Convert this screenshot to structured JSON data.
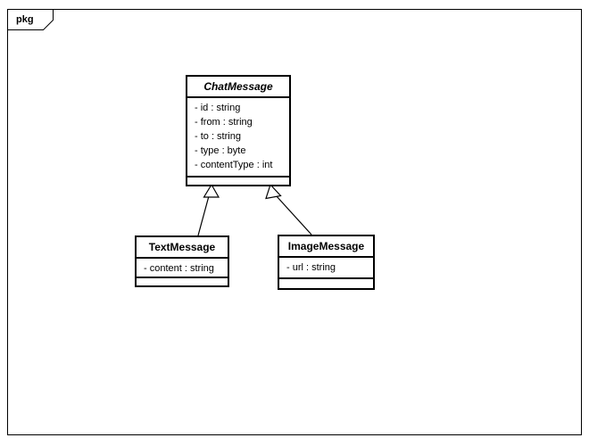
{
  "diagram": {
    "type": "uml-class-diagram",
    "package": {
      "tab_label": "pkg"
    },
    "classes": [
      {
        "id": "chat-message",
        "name": "ChatMessage",
        "abstract": true,
        "attributes": [
          "- id : string",
          "- from : string",
          "- to : string",
          "- type : byte",
          "- contentType : int"
        ],
        "operations": []
      },
      {
        "id": "text-message",
        "name": "TextMessage",
        "abstract": false,
        "attributes": [
          "- content : string"
        ],
        "operations": []
      },
      {
        "id": "image-message",
        "name": "ImageMessage",
        "abstract": false,
        "attributes": [
          "- url : string"
        ],
        "operations": []
      }
    ],
    "relationships": [
      {
        "kind": "generalization",
        "source": "TextMessage",
        "target": "ChatMessage"
      },
      {
        "kind": "generalization",
        "source": "ImageMessage",
        "target": "ChatMessage"
      }
    ],
    "colors": {
      "stroke": "#000000",
      "fill": "#ffffff",
      "text": "#000000"
    }
  }
}
